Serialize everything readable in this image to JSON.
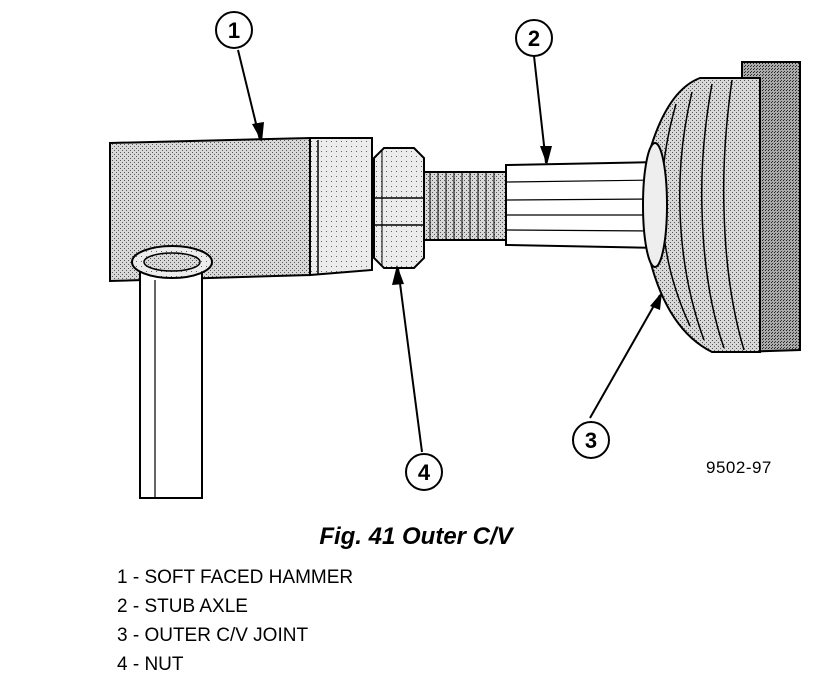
{
  "figure": {
    "id": "9502-97",
    "caption": "Fig. 41 Outer C/V"
  },
  "callouts": [
    {
      "number": "1",
      "part": "SOFT FACED HAMMER"
    },
    {
      "number": "2",
      "part": "STUB AXLE"
    },
    {
      "number": "3",
      "part": "OUTER C/V JOINT"
    },
    {
      "number": "4",
      "part": "NUT"
    }
  ],
  "legend": [
    {
      "text": "1 - SOFT FACED HAMMER"
    },
    {
      "text": "2 - STUB AXLE"
    },
    {
      "text": "3 - OUTER C/V JOINT"
    },
    {
      "text": "4 - NUT"
    }
  ],
  "icons": [
    "soft-faced-hammer-icon",
    "stub-axle-icon",
    "outer-cv-joint-icon",
    "nut-icon"
  ]
}
